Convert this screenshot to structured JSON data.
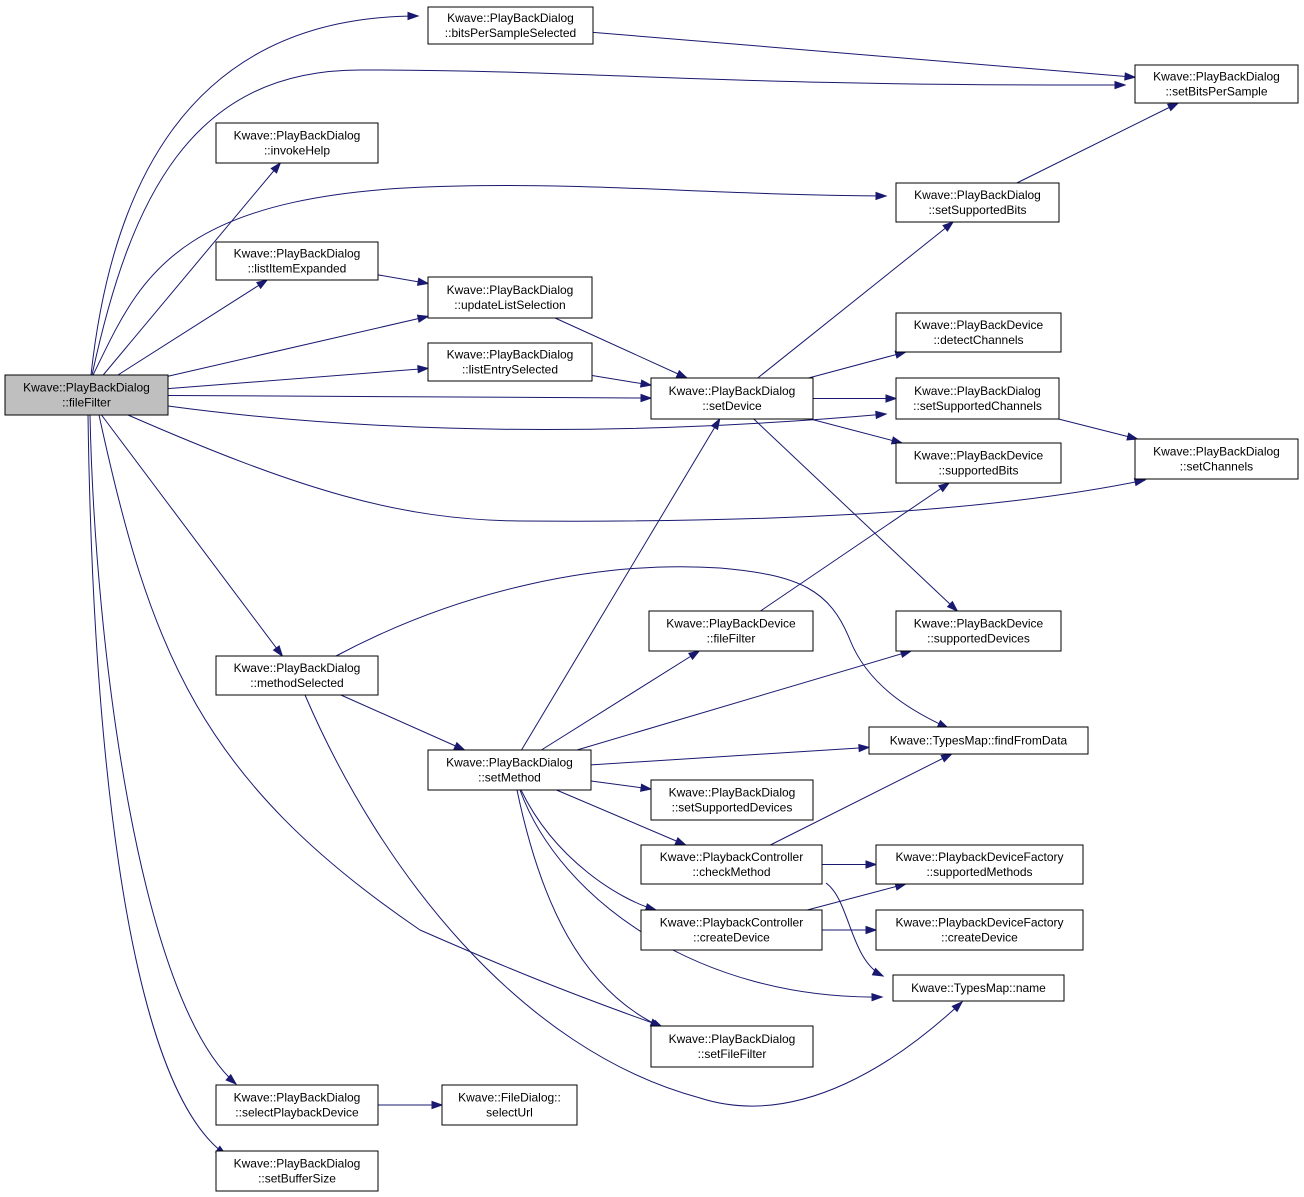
{
  "colors": {
    "edge": "#191970",
    "node_fill": "#ffffff",
    "root_fill": "#bfbfbf",
    "border": "#000000"
  },
  "nodes": {
    "root": [
      "Kwave::PlayBackDialog",
      "::fileFilter"
    ],
    "bitsPerSampleSelected": [
      "Kwave::PlayBackDialog",
      "::bitsPerSampleSelected"
    ],
    "setBitsPerSample": [
      "Kwave::PlayBackDialog",
      "::setBitsPerSample"
    ],
    "invokeHelp": [
      "Kwave::PlayBackDialog",
      "::invokeHelp"
    ],
    "setSupportedBits": [
      "Kwave::PlayBackDialog",
      "::setSupportedBits"
    ],
    "listItemExpanded": [
      "Kwave::PlayBackDialog",
      "::listItemExpanded"
    ],
    "updateListSelection": [
      "Kwave::PlayBackDialog",
      "::updateListSelection"
    ],
    "detectChannels": [
      "Kwave::PlayBackDevice",
      "::detectChannels"
    ],
    "listEntrySelected": [
      "Kwave::PlayBackDialog",
      "::listEntrySelected"
    ],
    "setDevice": [
      "Kwave::PlayBackDialog",
      "::setDevice"
    ],
    "setSupportedChannels": [
      "Kwave::PlayBackDialog",
      "::setSupportedChannels"
    ],
    "setChannels": [
      "Kwave::PlayBackDialog",
      "::setChannels"
    ],
    "supportedBits": [
      "Kwave::PlayBackDevice",
      "::supportedBits"
    ],
    "deviceFileFilter": [
      "Kwave::PlayBackDevice",
      "::fileFilter"
    ],
    "supportedDevices": [
      "Kwave::PlayBackDevice",
      "::supportedDevices"
    ],
    "methodSelected": [
      "Kwave::PlayBackDialog",
      "::methodSelected"
    ],
    "findFromData": [
      "Kwave::TypesMap::findFromData"
    ],
    "setMethod": [
      "Kwave::PlayBackDialog",
      "::setMethod"
    ],
    "setSupportedDevices": [
      "Kwave::PlayBackDialog",
      "::setSupportedDevices"
    ],
    "checkMethod": [
      "Kwave::PlaybackController",
      "::checkMethod"
    ],
    "supportedMethods": [
      "Kwave::PlaybackDeviceFactory",
      "::supportedMethods"
    ],
    "ctrlCreateDevice": [
      "Kwave::PlaybackController",
      "::createDevice"
    ],
    "factoryCreateDevice": [
      "Kwave::PlaybackDeviceFactory",
      "::createDevice"
    ],
    "typesMapName": [
      "Kwave::TypesMap::name"
    ],
    "setFileFilter": [
      "Kwave::PlayBackDialog",
      "::setFileFilter"
    ],
    "selectPlaybackDevice": [
      "Kwave::PlayBackDialog",
      "::selectPlaybackDevice"
    ],
    "selectUrl": [
      "Kwave::FileDialog::",
      "selectUrl"
    ],
    "setBufferSize": [
      "Kwave::PlayBackDialog",
      "::setBufferSize"
    ]
  },
  "edges": [
    [
      "root",
      "bitsPerSampleSelected"
    ],
    [
      "root",
      "setBitsPerSample"
    ],
    [
      "root",
      "invokeHelp"
    ],
    [
      "root",
      "setSupportedBits"
    ],
    [
      "root",
      "listItemExpanded"
    ],
    [
      "root",
      "updateListSelection"
    ],
    [
      "root",
      "listEntrySelected"
    ],
    [
      "root",
      "setDevice"
    ],
    [
      "root",
      "setSupportedChannels"
    ],
    [
      "root",
      "setChannels"
    ],
    [
      "root",
      "methodSelected"
    ],
    [
      "root",
      "setFileFilter"
    ],
    [
      "root",
      "selectPlaybackDevice"
    ],
    [
      "root",
      "setBufferSize"
    ],
    [
      "bitsPerSampleSelected",
      "setBitsPerSample"
    ],
    [
      "setSupportedBits",
      "setBitsPerSample"
    ],
    [
      "listItemExpanded",
      "updateListSelection"
    ],
    [
      "updateListSelection",
      "setDevice"
    ],
    [
      "listEntrySelected",
      "setDevice"
    ],
    [
      "setDevice",
      "setSupportedBits"
    ],
    [
      "setDevice",
      "detectChannels"
    ],
    [
      "setDevice",
      "setSupportedChannels"
    ],
    [
      "setDevice",
      "supportedBits"
    ],
    [
      "setDevice",
      "supportedDevices"
    ],
    [
      "setSupportedChannels",
      "setChannels"
    ],
    [
      "deviceFileFilter",
      "supportedBits"
    ],
    [
      "methodSelected",
      "findFromData"
    ],
    [
      "methodSelected",
      "setMethod"
    ],
    [
      "methodSelected",
      "typesMapName"
    ],
    [
      "setMethod",
      "setDevice"
    ],
    [
      "setMethod",
      "deviceFileFilter"
    ],
    [
      "setMethod",
      "supportedDevices"
    ],
    [
      "setMethod",
      "findFromData"
    ],
    [
      "setMethod",
      "setSupportedDevices"
    ],
    [
      "setMethod",
      "checkMethod"
    ],
    [
      "setMethod",
      "ctrlCreateDevice"
    ],
    [
      "setMethod",
      "typesMapName"
    ],
    [
      "setMethod",
      "setFileFilter"
    ],
    [
      "checkMethod",
      "findFromData"
    ],
    [
      "checkMethod",
      "supportedMethods"
    ],
    [
      "checkMethod",
      "typesMapName"
    ],
    [
      "ctrlCreateDevice",
      "supportedMethods"
    ],
    [
      "ctrlCreateDevice",
      "factoryCreateDevice"
    ],
    [
      "selectPlaybackDevice",
      "selectUrl"
    ]
  ]
}
